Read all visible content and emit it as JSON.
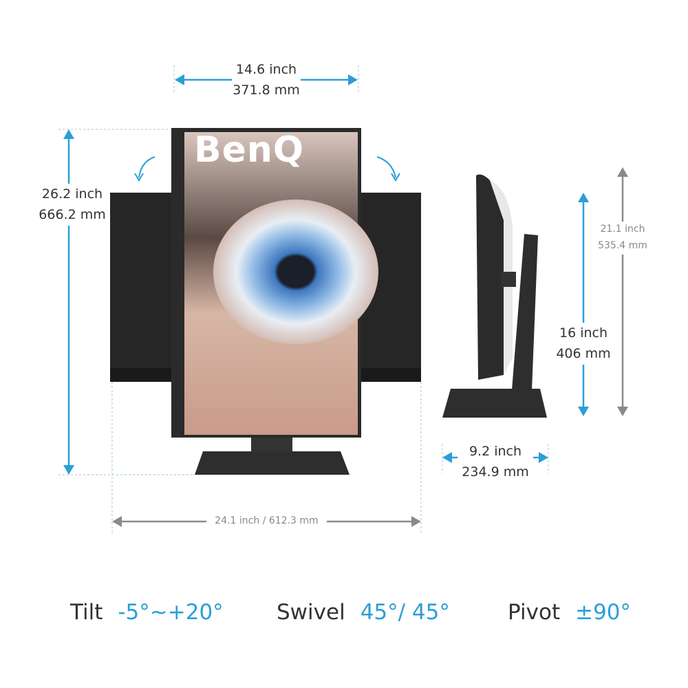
{
  "brand": "BenQ",
  "dimensions": {
    "width": {
      "inch": "14.6 inch",
      "mm": "371.8 mm"
    },
    "height_max": {
      "inch": "26.2 inch",
      "mm": "666.2 mm"
    },
    "landscape_width": "24.1 inch / 612.3 mm",
    "side_height_max": {
      "inch": "21.1 inch",
      "mm": "535.4 mm"
    },
    "side_height_min": {
      "inch": "16 inch",
      "mm": "406 mm"
    },
    "depth": {
      "inch": "9.2 inch",
      "mm": "234.9 mm"
    }
  },
  "specs": [
    {
      "label": "Tilt",
      "value": "-5°~+20°"
    },
    {
      "label": "Swivel",
      "value": "45°/ 45°"
    },
    {
      "label": "Pivot",
      "value": "±90°"
    }
  ],
  "colors": {
    "accent": "#2a9fd6",
    "gray": "#8a8a8a",
    "monitor": "#2b2b2b"
  }
}
